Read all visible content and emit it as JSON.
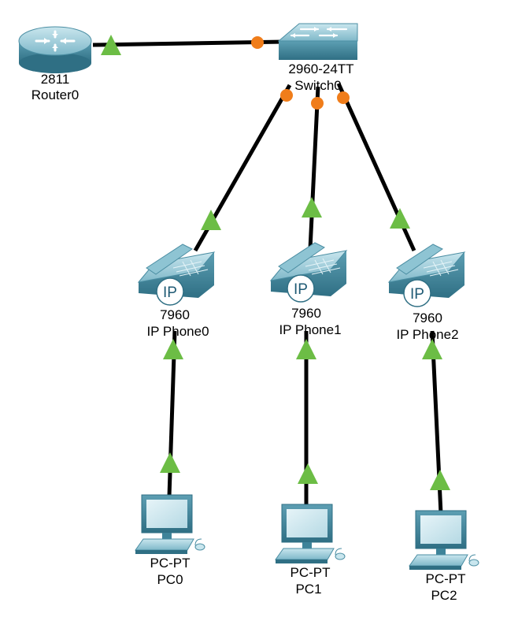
{
  "devices": {
    "router0": {
      "model": "2811",
      "name": "Router0",
      "icon": "router-icon"
    },
    "switch0": {
      "model": "2960-24TT",
      "name": "Switch0",
      "icon": "switch-icon"
    },
    "phone0": {
      "model": "7960",
      "name": "IP Phone0",
      "badge": "IP",
      "icon": "ip-phone-icon"
    },
    "phone1": {
      "model": "7960",
      "name": "IP Phone1",
      "badge": "IP",
      "icon": "ip-phone-icon"
    },
    "phone2": {
      "model": "7960",
      "name": "IP Phone2",
      "badge": "IP",
      "icon": "ip-phone-icon"
    },
    "pc0": {
      "model": "PC-PT",
      "name": "PC0",
      "icon": "pc-icon"
    },
    "pc1": {
      "model": "PC-PT",
      "name": "PC1",
      "icon": "pc-icon"
    },
    "pc2": {
      "model": "PC-PT",
      "name": "PC2",
      "icon": "pc-icon"
    }
  },
  "links": [
    {
      "from": "router0",
      "to": "switch0",
      "from_status": "up",
      "to_status": "blocking"
    },
    {
      "from": "switch0",
      "to": "phone0",
      "from_status": "blocking",
      "to_status": "up"
    },
    {
      "from": "switch0",
      "to": "phone1",
      "from_status": "blocking",
      "to_status": "up"
    },
    {
      "from": "switch0",
      "to": "phone2",
      "from_status": "blocking",
      "to_status": "up"
    },
    {
      "from": "phone0",
      "to": "pc0",
      "from_status": "up",
      "to_status": "up"
    },
    {
      "from": "phone1",
      "to": "pc1",
      "from_status": "up",
      "to_status": "up"
    },
    {
      "from": "phone2",
      "to": "pc2",
      "from_status": "up",
      "to_status": "up"
    }
  ],
  "colors": {
    "link": "#000000",
    "status_up": "#6cbd45",
    "status_blocking": "#f07d1a",
    "device_body": "#5a9fb5",
    "device_light": "#a9d4df"
  }
}
